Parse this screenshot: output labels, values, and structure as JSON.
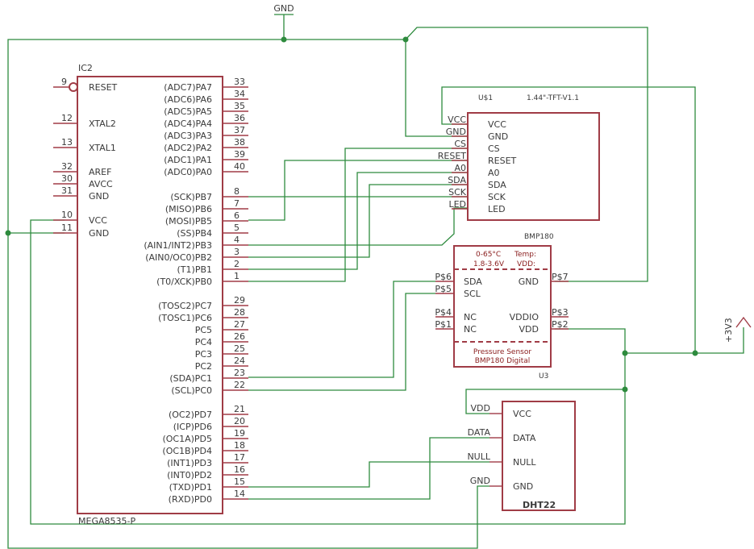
{
  "colors": {
    "part": "#a03c46",
    "wire": "#2e8b3e",
    "text": "#3a3a3a"
  },
  "gnd_label": "GND",
  "supply_label": "+3V3",
  "ic2": {
    "ref": "IC2",
    "value": "MEGA8535-P",
    "left_pins": [
      {
        "num": "9",
        "name": "RESET"
      },
      {
        "num": "12",
        "name": "XTAL2"
      },
      {
        "num": "13",
        "name": "XTAL1"
      },
      {
        "num": "32",
        "name": "AREF"
      },
      {
        "num": "30",
        "name": "AVCC"
      },
      {
        "num": "31",
        "name": "GND"
      },
      {
        "num": "10",
        "name": "VCC"
      },
      {
        "num": "11",
        "name": "GND"
      }
    ],
    "right_pins": [
      {
        "num": "33",
        "name": "(ADC7)PA7"
      },
      {
        "num": "34",
        "name": "(ADC6)PA6"
      },
      {
        "num": "35",
        "name": "(ADC5)PA5"
      },
      {
        "num": "36",
        "name": "(ADC4)PA4"
      },
      {
        "num": "37",
        "name": "(ADC3)PA3"
      },
      {
        "num": "38",
        "name": "(ADC2)PA2"
      },
      {
        "num": "39",
        "name": "(ADC1)PA1"
      },
      {
        "num": "40",
        "name": "(ADC0)PA0"
      },
      {
        "num": "8",
        "name": "(SCK)PB7"
      },
      {
        "num": "7",
        "name": "(MISO)PB6"
      },
      {
        "num": "6",
        "name": "(MOSI)PB5"
      },
      {
        "num": "5",
        "name": "(SS)PB4"
      },
      {
        "num": "4",
        "name": "(AIN1/INT2)PB3"
      },
      {
        "num": "3",
        "name": "(AIN0/OC0)PB2"
      },
      {
        "num": "2",
        "name": "(T1)PB1"
      },
      {
        "num": "1",
        "name": "(T0/XCK)PB0"
      },
      {
        "num": "29",
        "name": "(TOSC2)PC7"
      },
      {
        "num": "28",
        "name": "(TOSC1)PC6"
      },
      {
        "num": "27",
        "name": "PC5"
      },
      {
        "num": "26",
        "name": "PC4"
      },
      {
        "num": "25",
        "name": "PC3"
      },
      {
        "num": "24",
        "name": "PC2"
      },
      {
        "num": "23",
        "name": "(SDA)PC1"
      },
      {
        "num": "22",
        "name": "(SCL)PC0"
      },
      {
        "num": "21",
        "name": "(OC2)PD7"
      },
      {
        "num": "20",
        "name": "(ICP)PD6"
      },
      {
        "num": "19",
        "name": "(OC1A)PD5"
      },
      {
        "num": "18",
        "name": "(OC1B)PD4"
      },
      {
        "num": "17",
        "name": "(INT1)PD3"
      },
      {
        "num": "16",
        "name": "(INT0)PD2"
      },
      {
        "num": "15",
        "name": "(TXD)PD1"
      },
      {
        "num": "14",
        "name": "(RXD)PD0"
      }
    ]
  },
  "tft": {
    "ref": "U$1",
    "value": "1.44\"-TFT-V1.1",
    "pins": [
      {
        "outer": "VCC",
        "inner": "VCC"
      },
      {
        "outer": "GND",
        "inner": "GND"
      },
      {
        "outer": "CS",
        "inner": "CS"
      },
      {
        "outer": "RESET",
        "inner": "RESET"
      },
      {
        "outer": "A0",
        "inner": "A0"
      },
      {
        "outer": "SDA",
        "inner": "SDA"
      },
      {
        "outer": "SCK",
        "inner": "SCK"
      },
      {
        "outer": "LED",
        "inner": "LED"
      }
    ]
  },
  "bmp180": {
    "ref": "U3",
    "title": "BMP180",
    "temp_range": "0-65°C",
    "temp_label": "Temp:",
    "vdd_range": "1.8-3.6V",
    "vdd_label": "VDD:",
    "desc1": "Pressure Sensor",
    "desc2": "BMP180 Digital",
    "left_pins": [
      {
        "pad": "P$6",
        "name": "SDA"
      },
      {
        "pad": "P$5",
        "name": "SCL"
      },
      {
        "pad": "P$4",
        "name": "NC"
      },
      {
        "pad": "P$1",
        "name": "NC"
      }
    ],
    "right_pins": [
      {
        "pad": "P$7",
        "name": "GND"
      },
      {
        "pad": "P$3",
        "name": "VDDIO"
      },
      {
        "pad": "P$2",
        "name": "VDD"
      }
    ]
  },
  "dht22": {
    "ref": "DHT22",
    "pins": [
      {
        "outer": "VDD",
        "inner": "VCC"
      },
      {
        "outer": "DATA",
        "inner": "DATA"
      },
      {
        "outer": "NULL",
        "inner": "NULL"
      },
      {
        "outer": "GND",
        "inner": "GND"
      }
    ]
  }
}
